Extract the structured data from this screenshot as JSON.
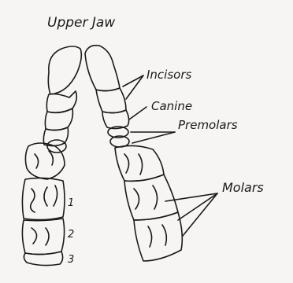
{
  "diagram": {
    "title": "Upper Jaw",
    "labels": {
      "incisors": "Incisors",
      "canine": "Canine",
      "premolars": "Premolars",
      "molars": "Molars"
    },
    "molar_numbers": [
      "1",
      "2",
      "3"
    ]
  },
  "colors": {
    "paper": "#f6f5f3",
    "ink": "#1a1a1a"
  }
}
